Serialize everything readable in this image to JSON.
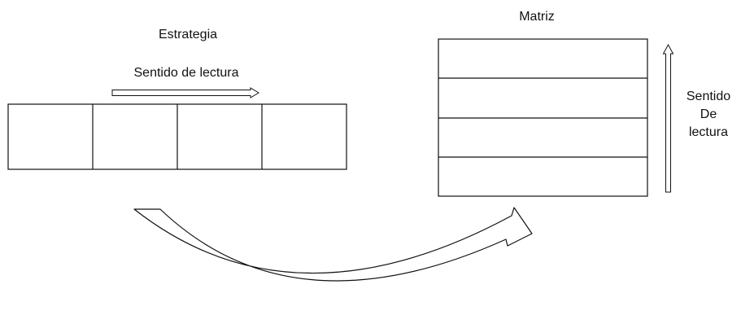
{
  "strategy": {
    "title": "Estrategia",
    "reading_direction_label": "Sentido de lectura",
    "cells": 4
  },
  "matrix": {
    "title": "Matriz",
    "reading_direction_lines": [
      "Sentido",
      "De",
      "lectura"
    ],
    "rows": 4
  },
  "colors": {
    "stroke": "#111111",
    "arrow_fill": "#ffffff",
    "background": "#ffffff"
  }
}
